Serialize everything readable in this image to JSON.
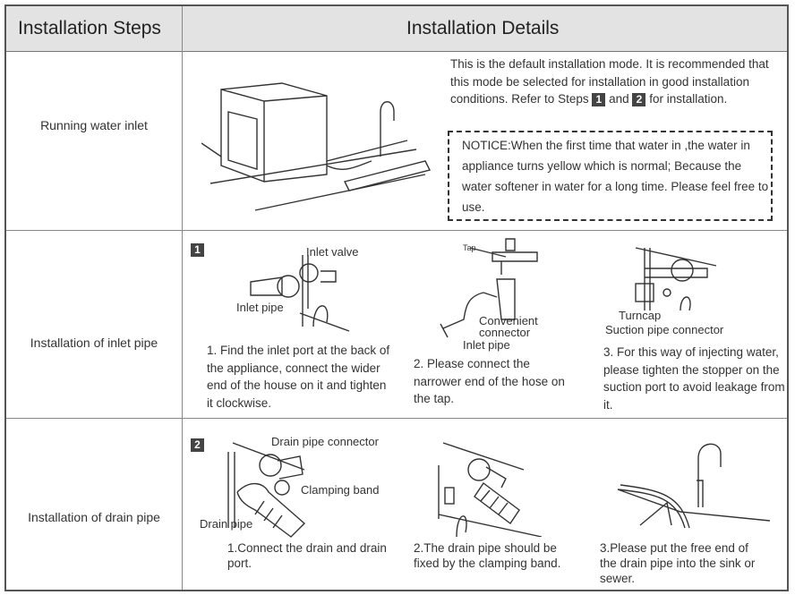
{
  "header": {
    "col1": "Installation Steps",
    "col2": "Installation Details"
  },
  "rows": [
    {
      "step": "Running water inlet",
      "intro": {
        "text_before": "This is the default installation mode. It is recommended that this mode be selected for installation in good installation conditions. Refer to Steps",
        "badge1": "1",
        "and": "and",
        "badge2": "2",
        "text_after": "for installation."
      },
      "notice": "NOTICE:When the first time that water in ,the water in appliance turns yellow which is normal; Because the water softener in water for a long time. Please feel free to use."
    },
    {
      "step": "Installation of inlet pipe",
      "badge": "1",
      "labels": {
        "inlet_valve": "Inlet valve",
        "inlet_pipe": "Inlet pipe",
        "tap": "Tap",
        "convenient_connector": "Convenient connector",
        "inlet_pipe2": "Inlet pipe",
        "turncap": "Turncap",
        "suction": "Suction  pipe  connector"
      },
      "captions": [
        "1. Find the inlet port at the back of the appliance, connect the wider end of the house on it and tighten it clockwise.",
        "2. Please connect the narrower end of the hose on the tap.",
        "3. For this way of injecting water, please tighten the stopper on the suction port to avoid  leakage from it."
      ]
    },
    {
      "step": "Installation of drain pipe",
      "badge": "2",
      "labels": {
        "drain_connector": "Drain  pipe  connector",
        "clamping_band": "Clamping band",
        "drain_pipe": "Drain  pipe"
      },
      "captions": [
        "1.Connect the drain and drain port.",
        "2.The drain pipe should be fixed by the clamping band.",
        "3.Please put the free end of the drain pipe into the sink or sewer."
      ]
    }
  ]
}
